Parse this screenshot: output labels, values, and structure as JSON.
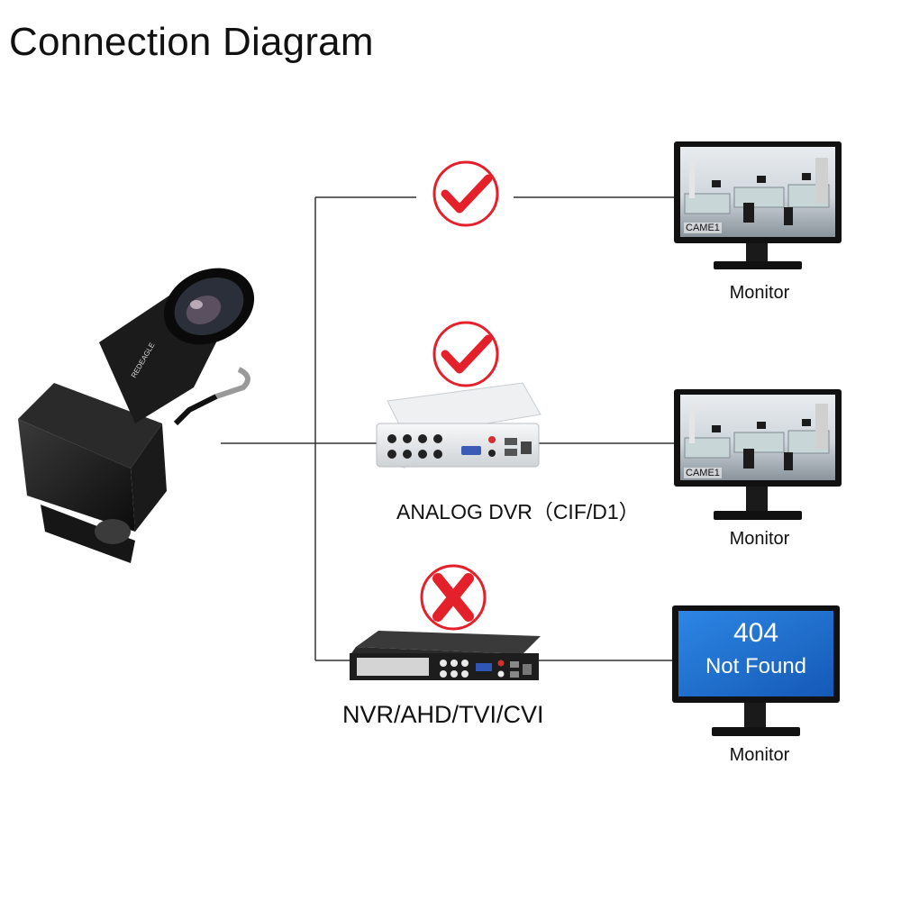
{
  "title": "Connection Diagram",
  "camera": {
    "brand": "REDEAGLE"
  },
  "connections": [
    {
      "status": "ok",
      "status_icon": "check-icon",
      "monitor_label": "Monitor",
      "screen_caption": "CAME1"
    },
    {
      "status": "ok",
      "status_icon": "check-icon",
      "device_label": "ANALOG DVR（CIF/D1）",
      "monitor_label": "Monitor",
      "screen_caption": "CAME1"
    },
    {
      "status": "fail",
      "status_icon": "cross-icon",
      "device_label": "NVR/AHD/TVI/CVI",
      "monitor_label": "Monitor",
      "screen_line1": "404",
      "screen_line2": "Not Found"
    }
  ],
  "colors": {
    "ok": "#e4202a",
    "fail": "#e4202a",
    "screen_error": "#1f6fd1",
    "line": "#333333"
  }
}
